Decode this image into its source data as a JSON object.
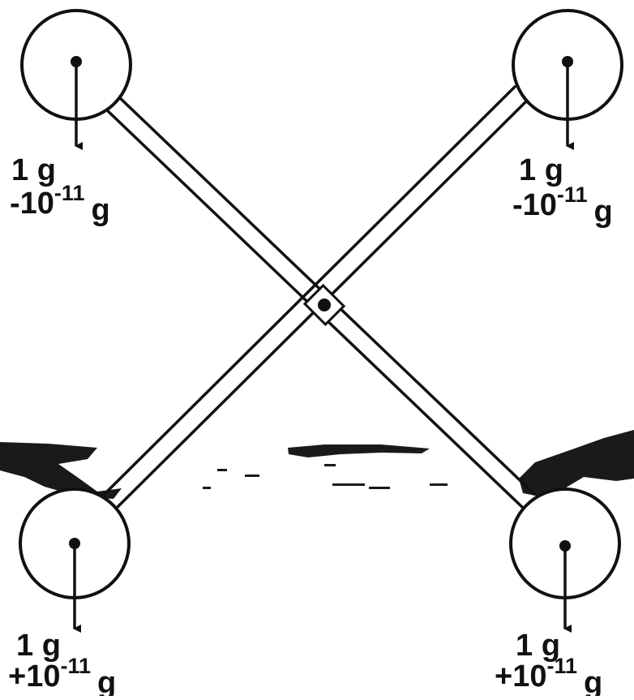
{
  "colors": {
    "ink": "#111111",
    "paper": "#ffffff",
    "smudge": "#1a1a1a"
  },
  "masses": [
    {
      "id": "top-left",
      "mass": "1 g",
      "delta_prefix": "-10",
      "delta_exp": "-11",
      "delta_unit": "g"
    },
    {
      "id": "top-right",
      "mass": "1 g",
      "delta_prefix": "-10",
      "delta_exp": "-11",
      "delta_unit": "g"
    },
    {
      "id": "bottom-left",
      "mass": "1 g",
      "delta_prefix": "+10",
      "delta_exp": "-11",
      "delta_unit": "g"
    },
    {
      "id": "bottom-right",
      "mass": "1 g",
      "delta_prefix": "+10",
      "delta_exp": "-11",
      "delta_unit": "g"
    }
  ]
}
